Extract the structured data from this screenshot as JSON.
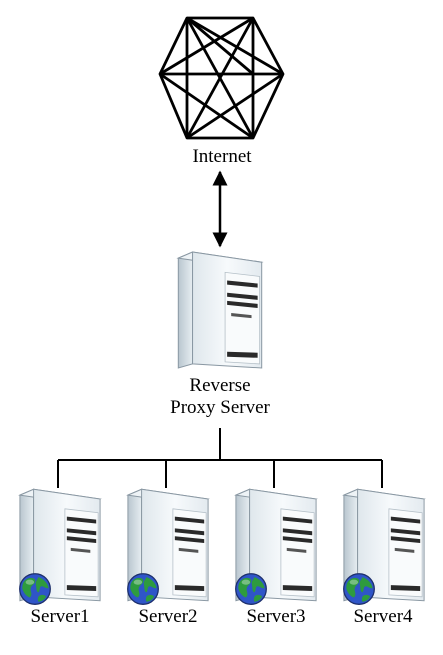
{
  "internet": {
    "label": "Internet",
    "icon": "internet-cloud-icon"
  },
  "proxy": {
    "label_line1": "Reverse",
    "label_line2": "Proxy Server",
    "icon": "server-tower-icon"
  },
  "servers": [
    {
      "label": "Server1",
      "icon": "web-server-icon"
    },
    {
      "label": "Server2",
      "icon": "web-server-icon"
    },
    {
      "label": "Server3",
      "icon": "web-server-icon"
    },
    {
      "label": "Server4",
      "icon": "web-server-icon"
    }
  ],
  "colors": {
    "line": "#000000",
    "server_body": "#f4f8fa",
    "server_shade": "#c9d4dc",
    "globe_water": "#2f55c8",
    "globe_land": "#2e9b3e"
  }
}
